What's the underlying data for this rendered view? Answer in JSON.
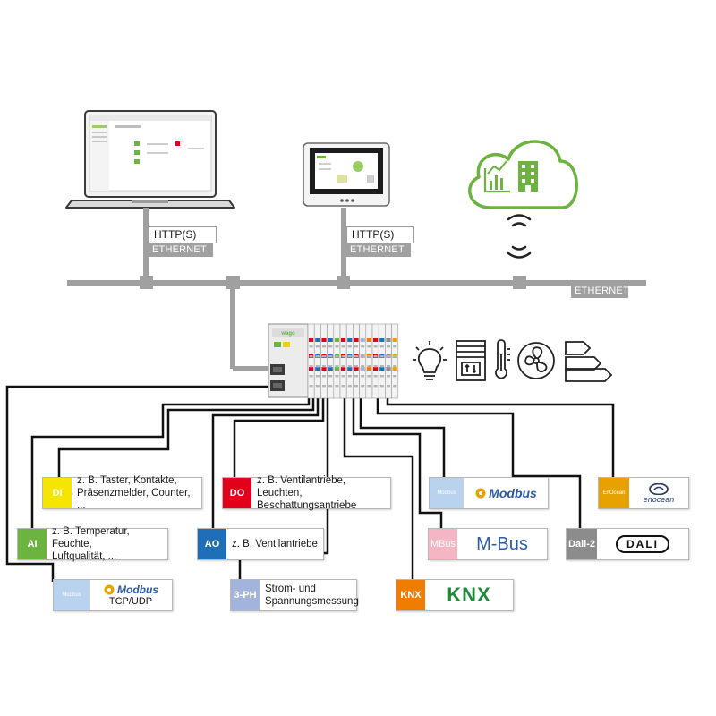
{
  "network": {
    "labels": [
      {
        "protocol": "HTTP(S)",
        "medium": "ETHERNET"
      },
      {
        "protocol": "HTTP(S)",
        "medium": "ETHERNET"
      }
    ],
    "backbone_label": "ETHERNET"
  },
  "controller": {
    "brand": "wago"
  },
  "field_icons": [
    "light-bulb-icon",
    "blind-icon",
    "thermometer-icon",
    "fan-icon",
    "energy-class-icon"
  ],
  "interfaces": {
    "di": {
      "tag": "DI",
      "lines": [
        "z. B. Taster, Kontakte,",
        "Präsenzmelder, Counter, ..."
      ],
      "color": "#f5e500"
    },
    "ai": {
      "tag": "AI",
      "lines": [
        "z. B. Temperatur, Feuchte,",
        "Luftqualität, ..."
      ],
      "color": "#6cb33f"
    },
    "do": {
      "tag": "DO",
      "lines": [
        "z. B. Ventilantriebe, Leuchten,",
        "Beschattungsantriebe"
      ],
      "color": "#e2001a"
    },
    "ao": {
      "tag": "AO",
      "lines": [
        "z. B. Ventilantriebe"
      ],
      "color": "#1f6fb8"
    },
    "threeph": {
      "tag": "3-PH",
      "lines": [
        "Strom- und",
        "Spannungsmessung"
      ],
      "color": "#a3b4dc"
    },
    "modbus_tcp": {
      "tag": "Modbus",
      "logo": "Modbus",
      "sub": "TCP/UDP",
      "color": "#b9d3ee"
    },
    "modbus": {
      "tag": "Modbus",
      "logo": "Modbus",
      "color": "#b9d3ee"
    },
    "mbus": {
      "tag": "MBus",
      "logo": "M-Bus",
      "color": "#f4b6c2"
    },
    "knx": {
      "tag": "KNX",
      "logo": "KNX",
      "color": "#f07d00"
    },
    "dali": {
      "tag": "Dali-2",
      "logo": "DALI",
      "color": "#8c8c8c"
    },
    "enocean": {
      "tag": "EnOcean",
      "logo": "enocean",
      "color": "#e8a200"
    }
  },
  "colors": {
    "accent_green": "#6cb33f",
    "network_gray": "#a0a0a0",
    "wire": "#111111"
  }
}
